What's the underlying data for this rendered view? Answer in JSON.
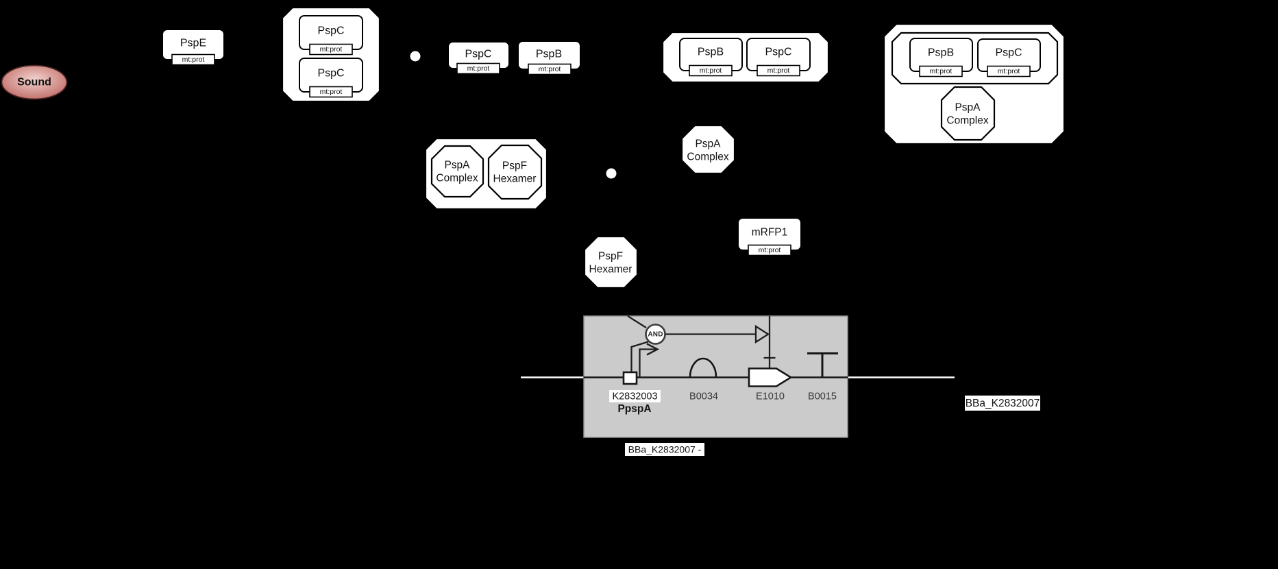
{
  "diagram": {
    "input_signal": {
      "label": "Sound"
    },
    "species": {
      "pspe": {
        "label": "PspE",
        "tag": "mt:prot"
      },
      "pspc_dimer_a": {
        "label": "PspC",
        "tag": "mt:prot"
      },
      "pspc_dimer_b": {
        "label": "PspC",
        "tag": "mt:prot"
      },
      "pspc_free": {
        "label": "PspC",
        "tag": "mt:prot"
      },
      "pspb_free": {
        "label": "PspB",
        "tag": "mt:prot"
      },
      "pspb_bc": {
        "label": "PspB",
        "tag": "mt:prot"
      },
      "pspc_bc": {
        "label": "PspC",
        "tag": "mt:prot"
      },
      "pspb_right": {
        "label": "PspB",
        "tag": "mt:prot"
      },
      "pspc_right": {
        "label": "PspC",
        "tag": "mt:prot"
      },
      "pspa_mid": {
        "line1": "PspA",
        "line2": "Complex"
      },
      "pspf_mid": {
        "line1": "PspF",
        "line2": "Hexamer"
      },
      "pspa_free": {
        "line1": "PspA",
        "line2": "Complex"
      },
      "pspa_right": {
        "line1": "PspA",
        "line2": "Complex"
      },
      "pspf_free": {
        "line1": "PspF",
        "line2": "Hexamer"
      },
      "mrfp1": {
        "label": "mRFP1",
        "tag": "mt:prot"
      }
    },
    "circuit": {
      "logic_gate": {
        "label": "AND"
      },
      "parts": [
        {
          "id": "K2832003",
          "name": "PpspA"
        },
        {
          "id": "B0034"
        },
        {
          "id": "E1010"
        },
        {
          "id": "B0015"
        }
      ],
      "device_label": "BBa_K2832007",
      "device_label_bottom": "BBa_K2832007 -"
    },
    "colors": {
      "background": "#000000",
      "panel_fill": "#cbcbcb",
      "panel_border": "#8f8f8f",
      "node_fill": "#ffffff",
      "stroke": "#000000",
      "backbone_outside": "#ffffff",
      "sound_gradient_center": "#f2d3cf",
      "sound_gradient_edge": "#bc625d",
      "sound_border": "#4a2523"
    }
  }
}
